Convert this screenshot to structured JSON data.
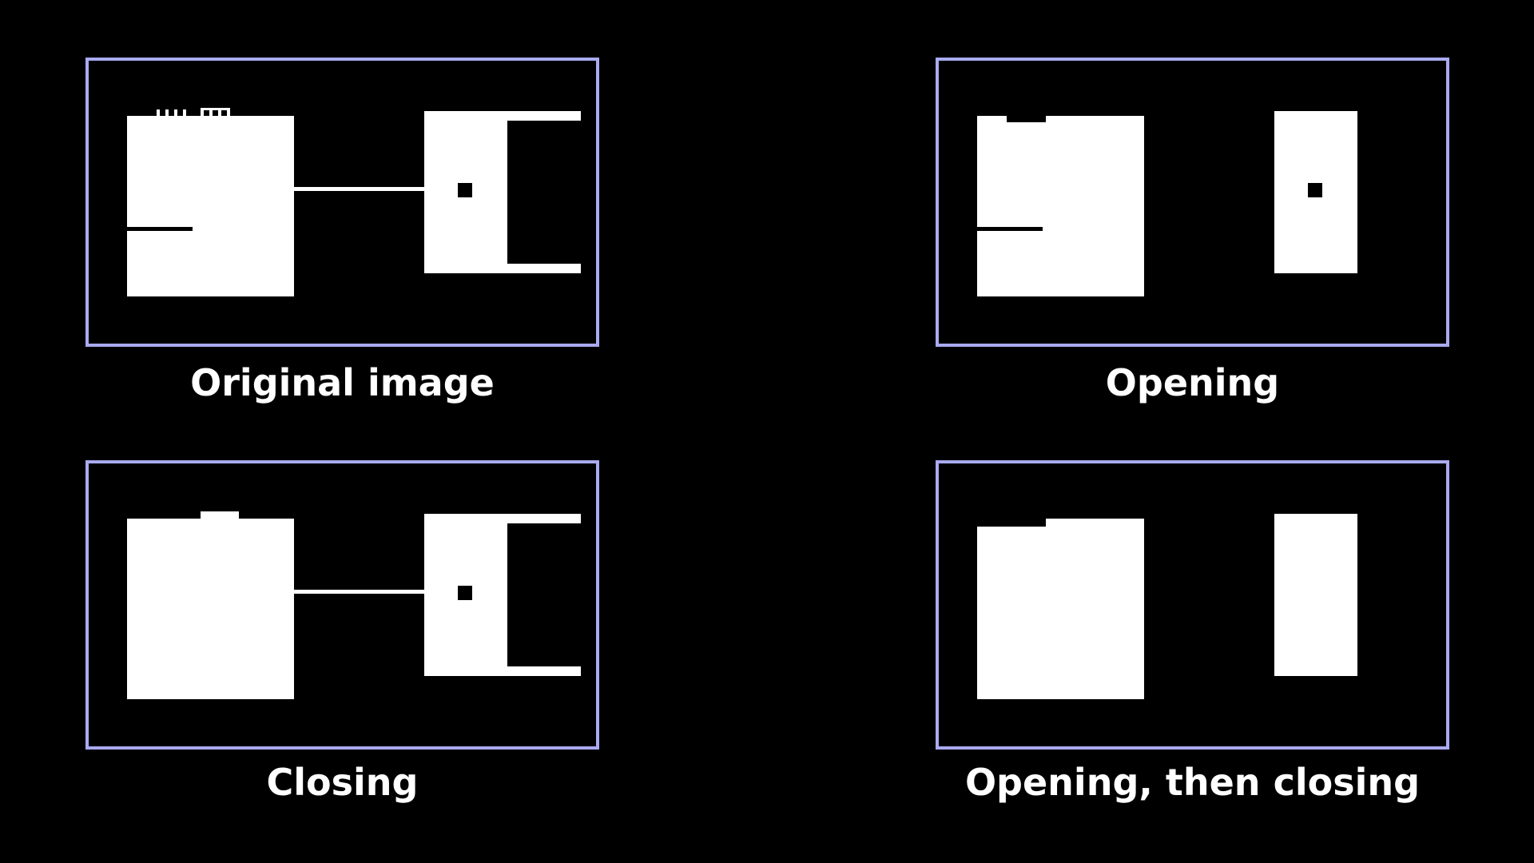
{
  "colors": {
    "background": "#000000",
    "frame": "#a9aaf0",
    "shape": "#ffffff"
  },
  "panels": [
    {
      "caption": "Original image"
    },
    {
      "caption": "Opening"
    },
    {
      "caption": "Closing"
    },
    {
      "caption": "Opening, then closing"
    }
  ]
}
